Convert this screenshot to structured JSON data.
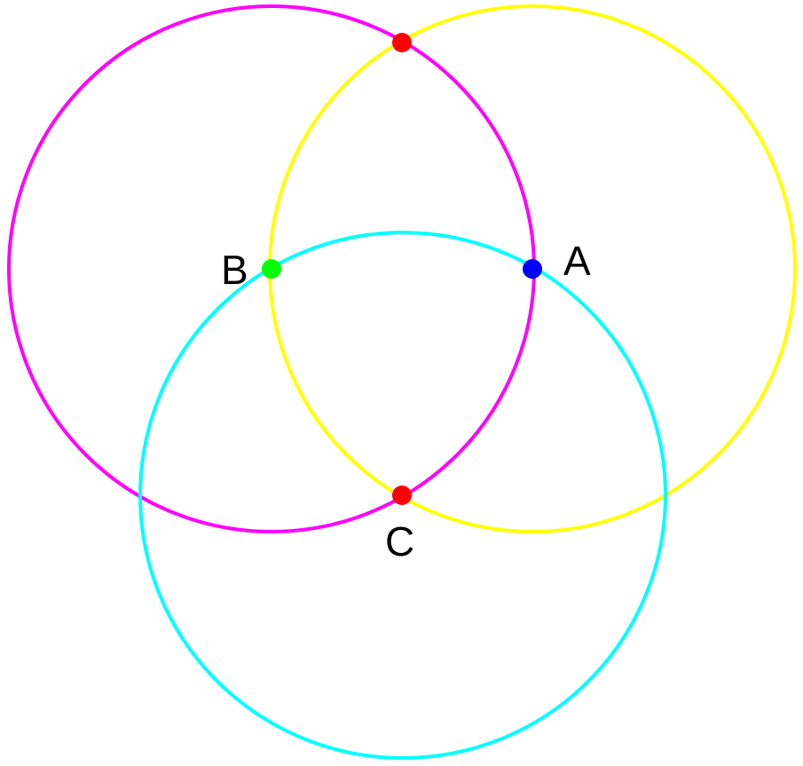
{
  "diagram": {
    "circles": [
      {
        "id": "magenta",
        "color": "#ff00ff"
      },
      {
        "id": "yellow",
        "color": "#ffff00"
      },
      {
        "id": "cyan",
        "color": "#00ffff"
      }
    ],
    "points": [
      {
        "id": "A",
        "label": "A",
        "color": "#0000ff"
      },
      {
        "id": "B",
        "label": "B",
        "color": "#00ff00"
      },
      {
        "id": "C",
        "label": "C",
        "color": "#ff0000"
      },
      {
        "id": "top",
        "label": "",
        "color": "#ff0000"
      }
    ]
  }
}
